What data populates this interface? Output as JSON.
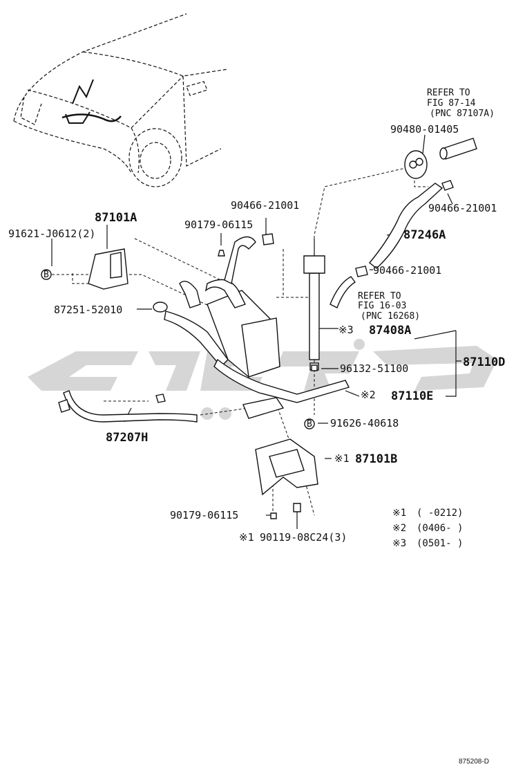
{
  "labels": {
    "refer_8714_l1": "REFER TO",
    "refer_8714_l2": "FIG 87-14",
    "refer_8714_l3": "(PNC 87107A)",
    "p_9048001405": "90480-01405",
    "p_9046621001_a": "90466-21001",
    "p_9046621001_b": "90466-21001",
    "p_9046621001_c": "90466-21001",
    "p_87246a": "87246A",
    "p_87101a": "87101A",
    "p_91621j0612": "91621-J0612(2)",
    "p_9017906115_a": "90179-06115",
    "p_8725152010": "87251-52010",
    "refer_1603_l1": "REFER TO",
    "refer_1603_l2": "FIG 16-03",
    "refer_1603_l3": "(PNC 16268)",
    "p_87408a_mark": "※3",
    "p_87408a": "87408A",
    "p_9613251100": "96132-51100",
    "p_87110d": "87110D",
    "p_87110e_mark": "※2",
    "p_87110e": "87110E",
    "p_9162640618": "91626-40618",
    "p_87207h": "87207H",
    "p_87101b_mark": "※1",
    "p_87101b": "87101B",
    "p_9017906115_b": "90179-06115",
    "p_9011908c24_mark": "※1",
    "p_9011908c24": "90119-08C24(3)",
    "circle_b": "B"
  },
  "notes": [
    {
      "mark": "※1",
      "text": "(      -0212)"
    },
    {
      "mark": "※2",
      "text": "(0406-       )"
    },
    {
      "mark": "※3",
      "text": "(0501-       )"
    }
  ],
  "footer": "875208-D"
}
